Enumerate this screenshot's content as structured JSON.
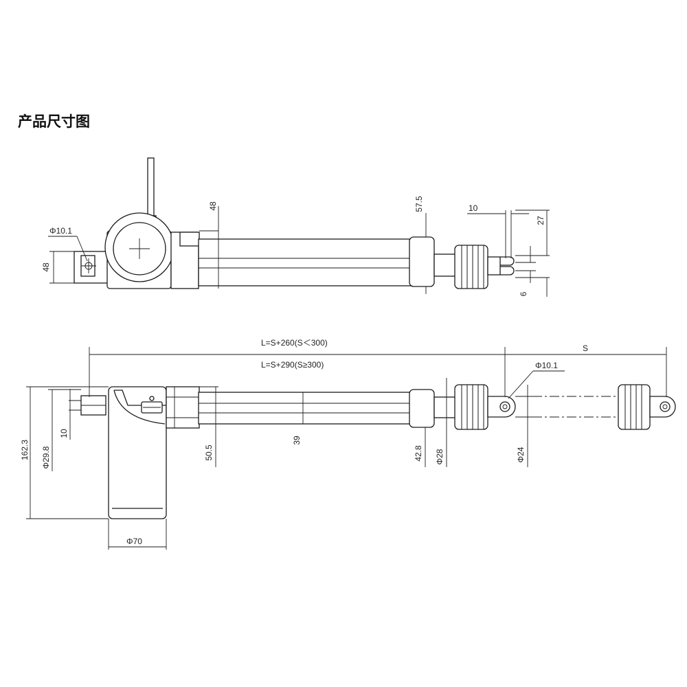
{
  "title": "产品尺寸图",
  "top_view": {
    "dims": {
      "hole": "Φ10.1",
      "left_height": "48",
      "motor_height": "48",
      "tube_height": "57.5",
      "clevis_slot": "10",
      "clevis_width": "27",
      "clevis_gap": "6"
    }
  },
  "side_view": {
    "dims": {
      "length_short": "L=S+260(S＜300)",
      "length_long": "L=S+290(S≥300)",
      "stroke": "S",
      "rod_hole": "Φ10.1",
      "mount_slot": "10",
      "total_height": "162.3",
      "mount_dia": "Φ29.8",
      "flange": "50.5",
      "tube_dia": "39",
      "end_cap": "42.8",
      "rod_dia": "Φ28",
      "rod_end": "Φ24",
      "motor_dia": "Φ70"
    }
  }
}
